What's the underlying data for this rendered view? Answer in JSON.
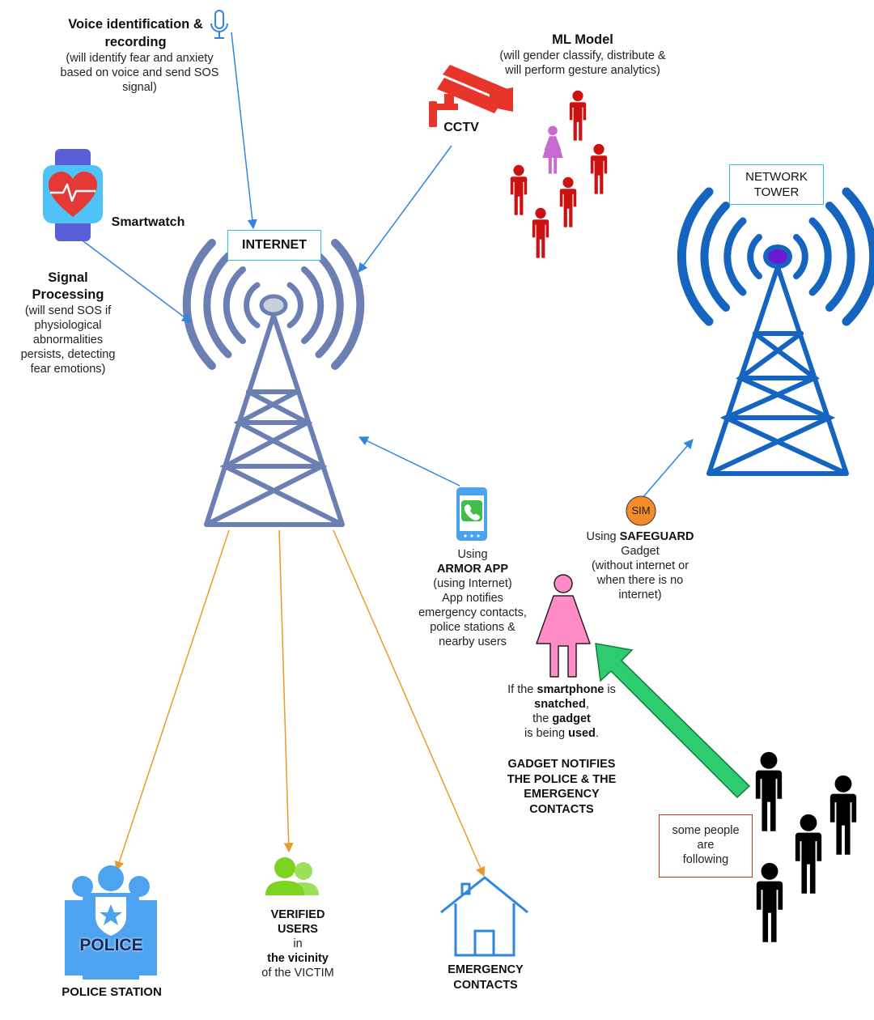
{
  "colors": {
    "tower_internet": "#6b7fb3",
    "tower_network": "#1565c0",
    "arrow_blue": "#2e86de",
    "arrow_orange": "#e89b2a",
    "arrow_green": "#2ecc71",
    "people_red": "#cc1111",
    "woman_purple": "#c86bd0",
    "victim_pink": "#ff8cc6",
    "police_blue": "#4da3f0",
    "users_green": "#7ed321",
    "cctv_red": "#e8352b"
  },
  "voice": {
    "icon": "microphone-icon",
    "title_l1": "Voice identification &",
    "title_l2": "recording",
    "desc_l1": "(will identify fear and anxiety",
    "desc_l2": "based on voice and send SOS",
    "desc_l3": "signal)"
  },
  "ml": {
    "title": "ML Model",
    "desc_l1": "(will gender classify, distribute &",
    "desc_l2": "will perform gesture analytics)"
  },
  "cctv": {
    "icon": "cctv-camera-icon",
    "label": "CCTV"
  },
  "smartwatch": {
    "icon": "smartwatch-heart-icon",
    "label": "Smartwatch"
  },
  "signal": {
    "title_l1": "Signal",
    "title_l2": "Processing",
    "desc_l1": "(will send SOS if",
    "desc_l2": "physiological",
    "desc_l3": "abnormalities",
    "desc_l4": "persists, detecting",
    "desc_l5": "fear emotions)"
  },
  "internet": {
    "icon": "signal-tower-icon",
    "label": "INTERNET"
  },
  "network_tower": {
    "icon": "signal-tower-icon",
    "label_l1": "NETWORK",
    "label_l2": "TOWER"
  },
  "armor": {
    "icon": "smartphone-call-icon",
    "l1": "Using",
    "l2": "ARMOR APP",
    "l3": "(using Internet)",
    "l4": "App notifies",
    "l5": "emergency contacts,",
    "l6": "police stations &",
    "l7": "nearby users"
  },
  "safeguard": {
    "sim": "SIM",
    "l1_pre": "Using ",
    "l1_bold": "SAFEGUARD",
    "l2": "Gadget",
    "l3": "(without internet or",
    "l4": "when there is no",
    "l5": "internet)"
  },
  "snatch": {
    "l1_pre": "If the ",
    "l1_bold": "smartphone",
    "l1_post": " is",
    "l2_bold": "snatched",
    "l2_post": ",",
    "l3_pre": "the ",
    "l3_bold": "gadget",
    "l4_pre": "is being ",
    "l4_bold": "used",
    "l4_post": "."
  },
  "gadget_notifies": {
    "l1": "GADGET NOTIFIES",
    "l2": "THE POLICE & THE",
    "l3": "EMERGENCY",
    "l4": "CONTACTS"
  },
  "following": {
    "l1": "some people",
    "l2": "are",
    "l3": "following"
  },
  "police": {
    "icon": "police-group-icon",
    "overlay": "POLICE",
    "label": "POLICE STATION"
  },
  "verified": {
    "icon": "users-group-icon",
    "l1": "VERIFIED",
    "l2": "USERS",
    "l3": "in",
    "l4": "the vicinity",
    "l5": "of the VICTIM"
  },
  "emergency": {
    "icon": "house-icon",
    "l1": "EMERGENCY",
    "l2": "CONTACTS"
  }
}
